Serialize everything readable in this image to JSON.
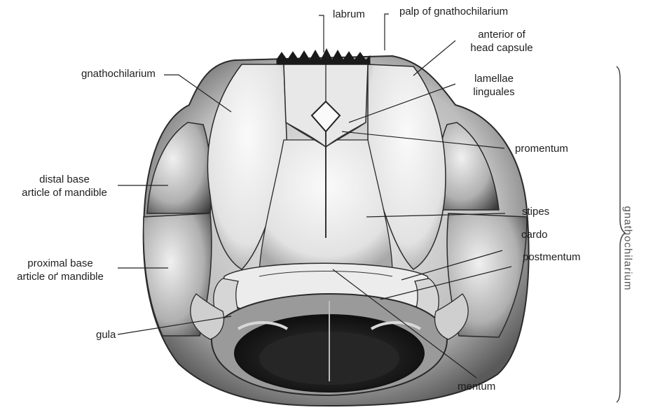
{
  "labels": {
    "labrum": "labrum",
    "palp": "palp of gnathochilarium",
    "anterior_l1": "anterior of",
    "anterior_l2": "head capsule",
    "gnathochilarium": "gnathochilarium",
    "lamellae_l1": "lamellae",
    "lamellae_l2": "linguales",
    "promentum": "promentum",
    "distal_l1": "distal base",
    "distal_l2": "article of mandible",
    "stipes": "stipes",
    "cardo": "cardo",
    "postmentum": "postmentum",
    "proximal_l1": "proximal base",
    "proximal_l2": "article oґ mandible",
    "gula": "gula",
    "mentum": "mentum",
    "bracket": "gnathochilarium"
  }
}
